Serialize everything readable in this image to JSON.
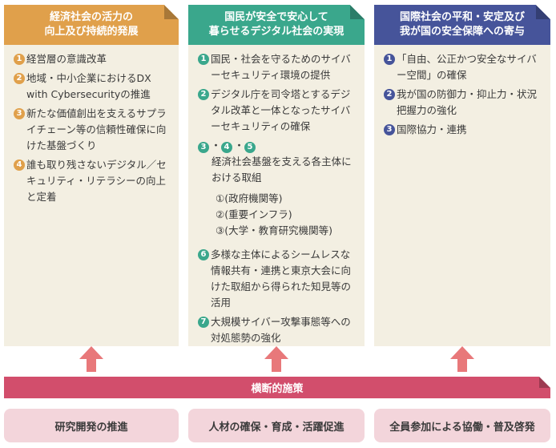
{
  "columns": [
    {
      "title_line1": "経済社会の活力の",
      "title_line2": "向上及び持続的発展",
      "color": "#e0a04b",
      "items": [
        {
          "num": "1",
          "text": "経営層の意識改革"
        },
        {
          "num": "2",
          "text": "地域・中小企業におけるDX with Cybersecurityの推進"
        },
        {
          "num": "3",
          "text": "新たな価値創出を支えるサプライチェーン等の信頼性確保に向けた基盤づくり"
        },
        {
          "num": "4",
          "text": "誰も取り残さないデジタル／セキュリティ・リテラシーの向上と定着"
        }
      ]
    },
    {
      "title_line1": "国民が安全で安心して",
      "title_line2": "暮らせるデジタル社会の実現",
      "color": "#3aa78c",
      "items": [
        {
          "num": "1",
          "text": "国民・社会を守るためのサイバーセキュリティ環境の提供"
        },
        {
          "num": "2",
          "text": "デジタル庁を司令塔とするデジタル改革と一体となったサイバーセキュリティの確保"
        }
      ],
      "group": {
        "nums": [
          "3",
          "4",
          "5"
        ],
        "sep": "・",
        "text": "経済社会基盤を支える各主体における取組",
        "subs": [
          "①(政府機関等)",
          "②(重要インフラ)",
          "③(大学・教育研究機関等)"
        ]
      },
      "items2": [
        {
          "num": "6",
          "text": "多様な主体によるシームレスな情報共有・連携と東京大会に向けた取組から得られた知見等の活用"
        },
        {
          "num": "7",
          "text": "大規模サイバー攻撃事態等への対処態勢の強化"
        }
      ]
    },
    {
      "title_line1": "国際社会の平和・安定及び",
      "title_line2": "我が国の安全保障への寄与",
      "color": "#46549a",
      "items": [
        {
          "num": "1",
          "text": "「自由、公正かつ安全なサイバー空間」の確保"
        },
        {
          "num": "2",
          "text": "我が国の防御力・抑止力・状況把握力の強化"
        },
        {
          "num": "3",
          "text": "国際協力・連携"
        }
      ]
    }
  ],
  "band": {
    "label": "横断的施策",
    "color": "#d24e6c"
  },
  "bottom": [
    {
      "label": "研究開発の推進"
    },
    {
      "label": "人材の確保・育成・活躍促進"
    },
    {
      "label": "全員参加による協働・普及啓発"
    }
  ],
  "arrow_color": "#e8787a"
}
